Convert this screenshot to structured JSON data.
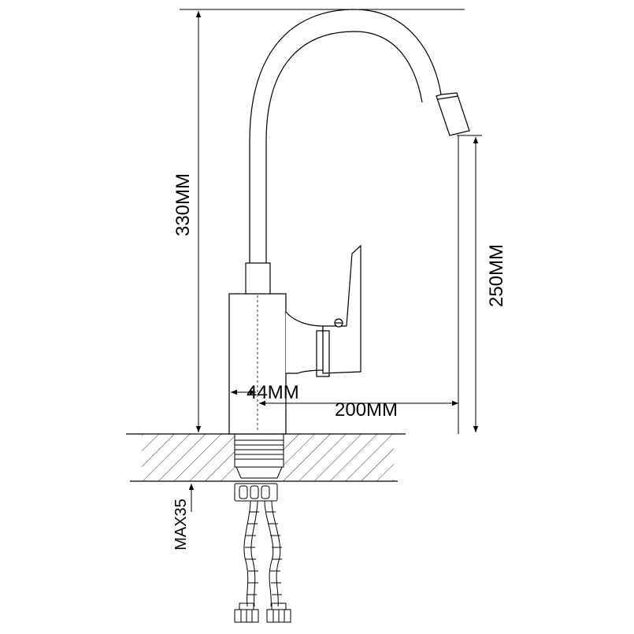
{
  "dimensions": {
    "total_height": "330MM",
    "spout_height": "250MM",
    "body_width": "44MM",
    "spout_reach": "200MM",
    "max_counter_thickness": "MAX35"
  }
}
